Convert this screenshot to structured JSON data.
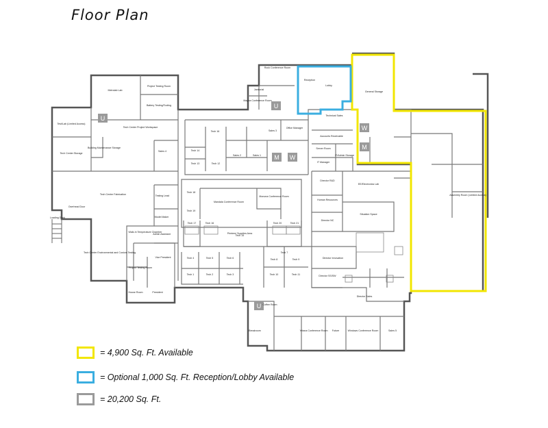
{
  "title": "Floor Plan",
  "colors": {
    "available": "#f2e600",
    "optional": "#3aaee0",
    "total": "#9a9a9a",
    "wall": "#555555"
  },
  "legend": [
    {
      "text": "= 4,900 Sq. Ft. Available"
    },
    {
      "text": "= Optional 1,000 Sq. Ft. Reception/Lobby Available"
    },
    {
      "text": "= 20,200 Sq. Ft."
    }
  ],
  "rooms": {
    "metrolab": "Metrolab Lab",
    "project_testing": "Project Testing Room",
    "battery_testing": "Battery Testing/Tooling",
    "tech_lab": "Test/Lab (Limited Access)",
    "building_maint": "Building Maintenance Storage",
    "tech_center_storage": "Tech Center Storage",
    "tech_center_project": "Tech Center Project Workspace",
    "tech_center_fab": "Tech Center Fabrication",
    "overhead_door": "Overhead Door",
    "loading_dock": "Loading Dock",
    "walkin": "Walk-In Temperature Chamber",
    "model_maker": "Model Maker",
    "admin_assistant": "Admin Assistant",
    "env_testing": "Tech Center Environmental and Custom Testing",
    "vp": "Vice President",
    "project_testing2": "Project Testing Room",
    "house_room": "House Room",
    "president": "President",
    "rock_conf": "Rock Conference Room",
    "janitorial": "Janitorial",
    "magna_conf": "Magna Conference Room",
    "reception": "Reception",
    "lobby": "Lobby",
    "general_storage": "General Storage",
    "technical_sales": "Technical Sales",
    "accounts_rec": "Accounts Receivable",
    "server_room": "Server Room",
    "it_manager": "IT Manager",
    "it_admin": "IT/Admin Storage",
    "office_manager": "Office Manager",
    "sales3": "Sales 3",
    "sales2": "Sales 2",
    "sales1": "Sales 1",
    "sales4": "Sales 4",
    "testing_lead": "Testing Lead",
    "tech16": "Tech 16",
    "tech14": "Tech 14",
    "tech13": "Tech 13",
    "tech12": "Tech 12",
    "tech18": "Tech 18",
    "tech19": "Tech 19",
    "mandala_conf": "Mandala Conference Room",
    "monona_conf": "Monona Conference Room",
    "director_rd": "Director R&D",
    "human_resources": "Human Resources",
    "director_nc": "Director NC",
    "ee_lab": "EE/Electronics Lab",
    "situation_space": "Situation Space",
    "assembly_room": "Assembly Room (Limited Access)",
    "tech17": "Tech 17",
    "tech16b": "Tech 16",
    "tech15": "Tech 15",
    "tech20": "Tech 20",
    "tech21": "Tech 21",
    "printers": "Printers/ Supplies Area",
    "director_sw": "Director Innovation",
    "director_ss": "Director SS/SW",
    "director_sales": "Director Sales",
    "tech4": "Tech 4",
    "tech5": "Tech 5",
    "tech6": "Tech 6",
    "tech7": "Tech 7",
    "tech8": "Tech 8",
    "tech9": "Tech 9",
    "tech1": "Tech 1",
    "tech2": "Tech 2",
    "tech3": "Tech 3",
    "tech10": "Tech 10",
    "tech11": "Tech 11",
    "coffee": "Coffee Room",
    "breakroom": "Breakroom",
    "yelana_conf": "Yelana Conference Room",
    "future": "Future",
    "windows_conf": "Windows Conference Room",
    "sales5": "Sales 5"
  },
  "restrooms": {
    "u": "U",
    "m": "M",
    "w": "W"
  }
}
